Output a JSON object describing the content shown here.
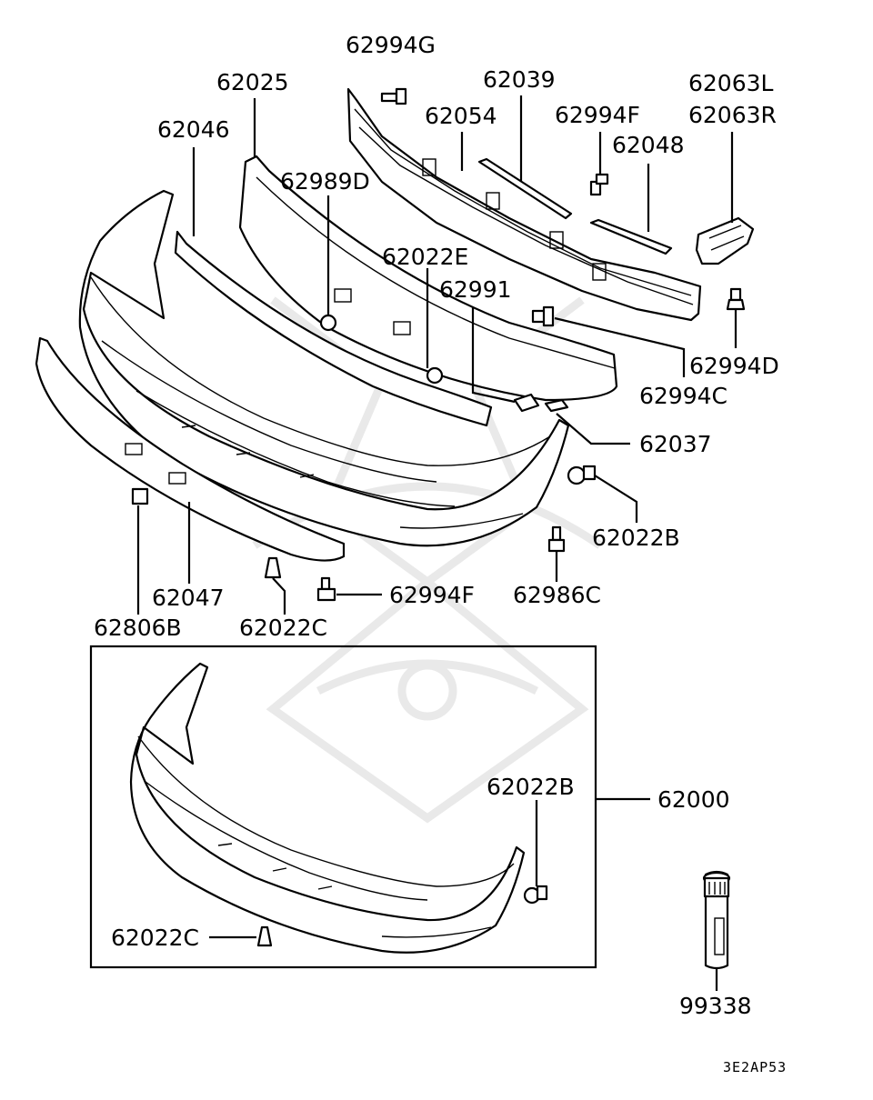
{
  "labels": {
    "l62994G": "62994G",
    "l62025": "62025",
    "l62039": "62039",
    "l62054": "62054",
    "l62994F_top": "62994F",
    "l62063L": "62063L",
    "l62063R": "62063R",
    "l62046": "62046",
    "l62048": "62048",
    "l62989D": "62989D",
    "l62022E": "62022E",
    "l62991": "62991",
    "l62994D": "62994D",
    "l62994C": "62994C",
    "l62037": "62037",
    "l62022B_top": "62022B",
    "l62986C": "62986C",
    "l62994F_bottom": "62994F",
    "l62047": "62047",
    "l62806B": "62806B",
    "l62022C_top": "62022C",
    "l62022B_box": "62022B",
    "l62000": "62000",
    "l62022C_box": "62022C",
    "l99338": "99338"
  },
  "diagram_code": "3E2AP53"
}
